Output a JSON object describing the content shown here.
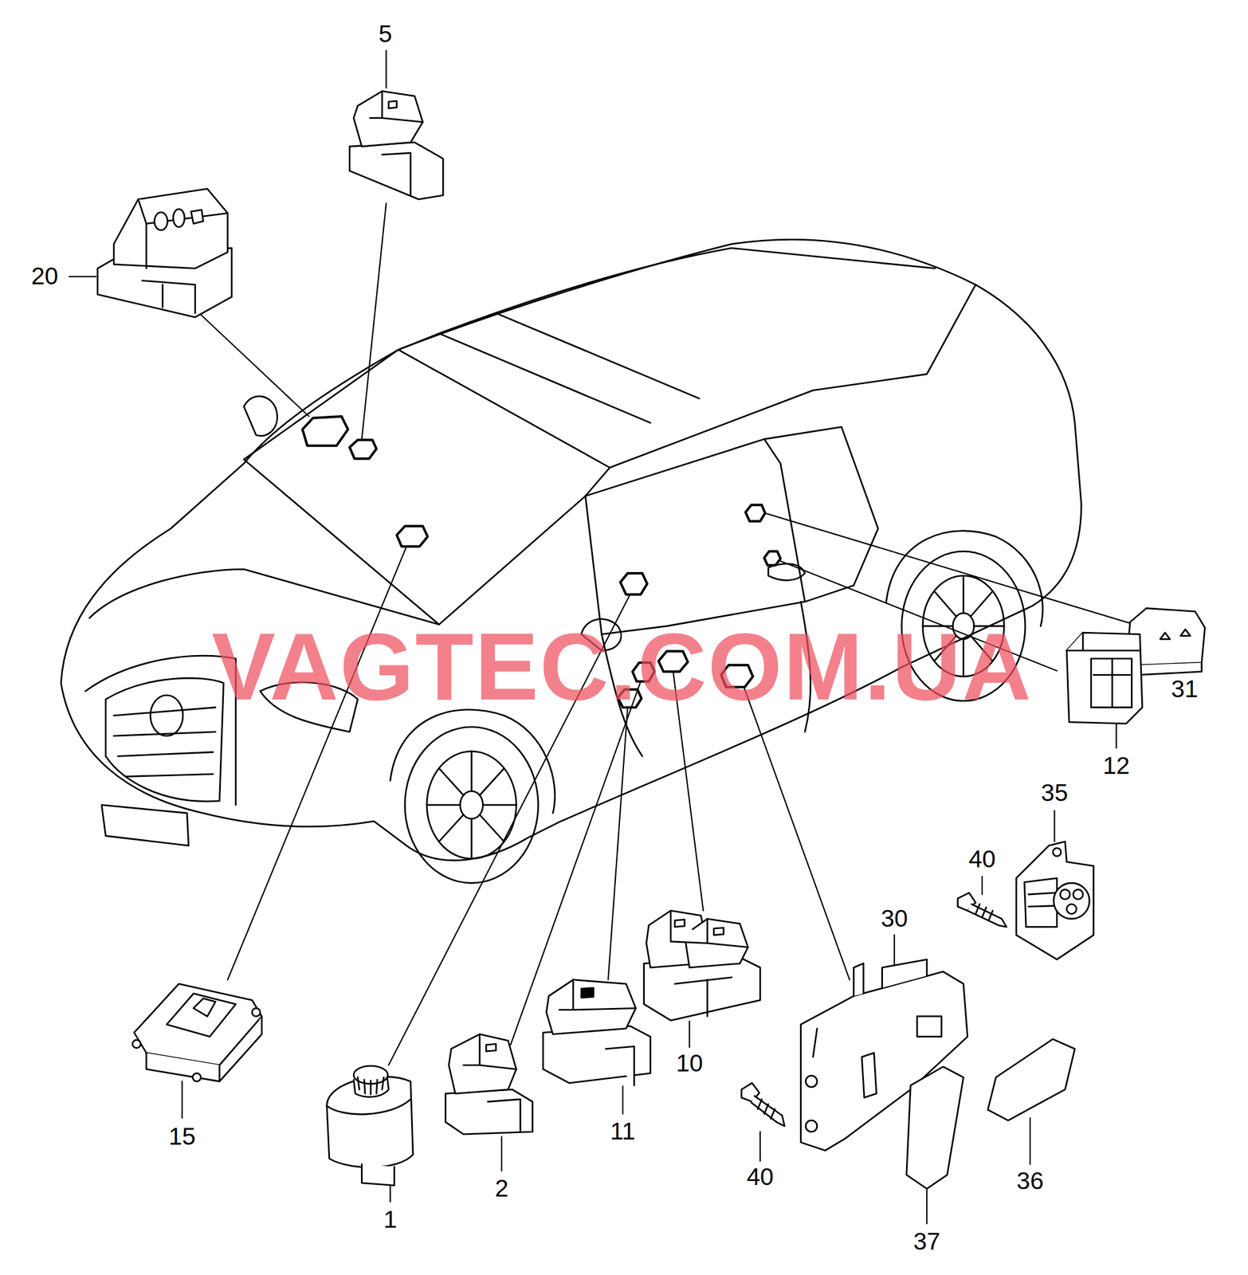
{
  "diagram": {
    "labels": [
      "5",
      "20",
      "31",
      "12",
      "35",
      "40",
      "30",
      "15",
      "1",
      "2",
      "11",
      "10",
      "40",
      "37",
      "36",
      "VAGTEC.COM.UA"
    ]
  }
}
